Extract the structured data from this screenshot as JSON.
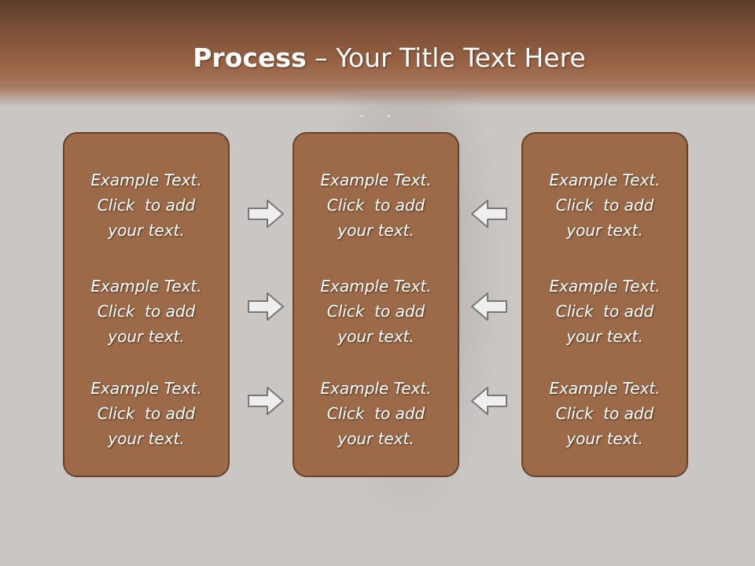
{
  "slide": {
    "title_bold": "Process",
    "title_rest": " – Your Title Text Here"
  },
  "panels": [
    {
      "items": [
        {
          "line1": "Example Text.",
          "line2": "Click  to add",
          "line3": "your text."
        },
        {
          "line1": "Example Text.",
          "line2": "Click  to add",
          "line3": "your text."
        },
        {
          "line1": "Example Text.",
          "line2": "Click  to add",
          "line3": "your text."
        }
      ]
    },
    {
      "items": [
        {
          "line1": "Example Text.",
          "line2": "Click  to add",
          "line3": "your text."
        },
        {
          "line1": "Example Text.",
          "line2": "Click  to add",
          "line3": "your text."
        },
        {
          "line1": "Example Text.",
          "line2": "Click  to add",
          "line3": "your text."
        }
      ]
    },
    {
      "items": [
        {
          "line1": "Example Text.",
          "line2": "Click  to add",
          "line3": "your text."
        },
        {
          "line1": "Example Text.",
          "line2": "Click  to add",
          "line3": "your text."
        },
        {
          "line1": "Example Text.",
          "line2": "Click  to add",
          "line3": "your text."
        }
      ]
    }
  ],
  "arrows": {
    "left_column": "arrow-right-icon",
    "right_column": "arrow-left-icon"
  },
  "colors": {
    "header_brown": "#9a6346",
    "panel_fill": "#9c6a48",
    "panel_border": "#6a412a",
    "background": "#c9c6c3",
    "arrow_fill": "#eeeeee",
    "arrow_stroke": "#777777"
  }
}
